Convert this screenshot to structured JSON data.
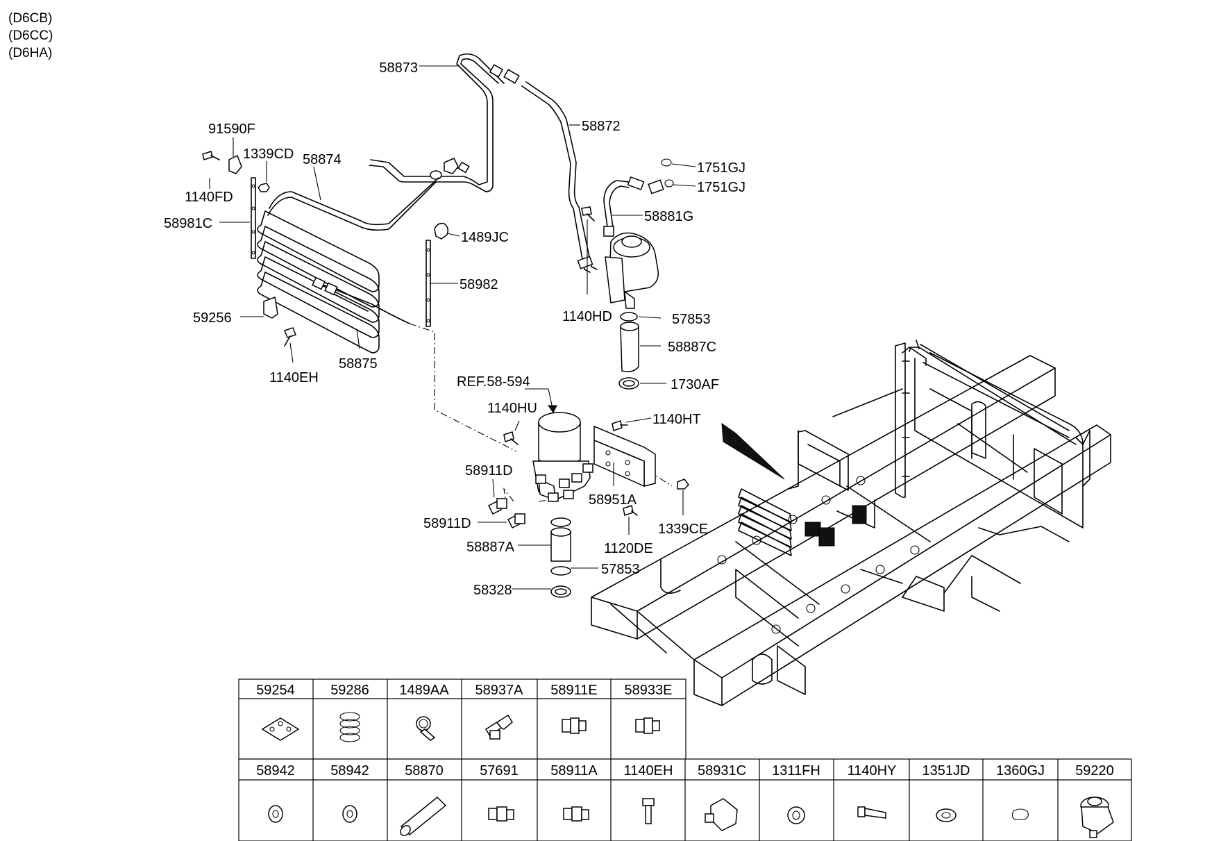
{
  "engine_codes": [
    "(D6CB)",
    "(D6CC)",
    "(D6HA)"
  ],
  "callouts": {
    "p58873": "58873",
    "p58872": "58872",
    "p91590F": "91590F",
    "p1339CD": "1339CD",
    "p58874": "58874",
    "p1140FD": "1140FD",
    "p58981C": "58981C",
    "p1489JC": "1489JC",
    "p58982": "58982",
    "p59256": "59256",
    "p58875": "58875",
    "p1140EH": "1140EH",
    "p1751GJ_a": "1751GJ",
    "p1751GJ_b": "1751GJ",
    "p58881G": "58881G",
    "p1140HD": "1140HD",
    "p57853_a": "57853",
    "p58887C": "58887C",
    "p1730AF": "1730AF",
    "ref": "REF.58-594",
    "p1140HU": "1140HU",
    "p1140HT": "1140HT",
    "p58911D_a": "58911D",
    "p58951A": "58951A",
    "p58911D_b": "58911D",
    "p1339CE": "1339CE",
    "p1120DE": "1120DE",
    "p58887A": "58887A",
    "p57853_b": "57853",
    "p58328": "58328"
  },
  "parts_table": {
    "row1": [
      "59254",
      "59286",
      "1489AA",
      "58937A",
      "58911E",
      "58933E"
    ],
    "row2": [
      "58942",
      "58942",
      "58870",
      "57691",
      "58911A",
      "1140EH",
      "58931C",
      "1311FH",
      "1140HY",
      "1351JD",
      "1360GJ",
      "59220"
    ],
    "row1_icons": [
      "gasket-plate-icon",
      "spring-icon",
      "pipe-clamp-icon",
      "elbow-fitting-icon",
      "union-fitting-icon",
      "union-fitting-icon"
    ],
    "row2_icons": [
      "washer-icon",
      "washer-icon",
      "hose-icon",
      "connector-fitting-icon",
      "connector-fitting-icon",
      "bolt-icon",
      "valve-fitting-icon",
      "grommet-icon",
      "bolt-icon",
      "washer-icon",
      "lock-ring-icon",
      "valve-icon"
    ]
  }
}
